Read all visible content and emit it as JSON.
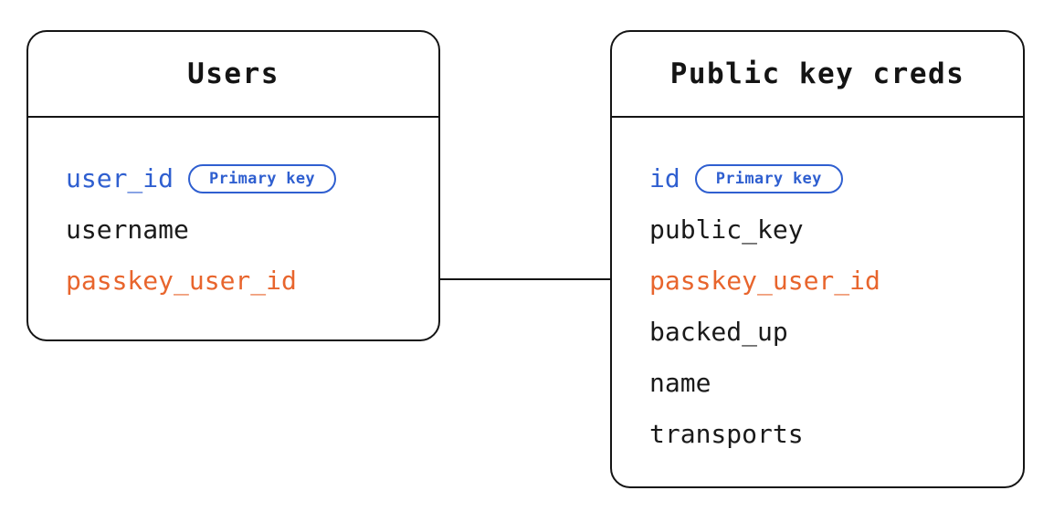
{
  "diagram": {
    "type": "entity-relationship-diagram",
    "background_color": "#ffffff",
    "colors": {
      "outline": "#141414",
      "text": "#1a1a1a",
      "primary_key": "#2f5fd0",
      "foreign_key": "#e8652d"
    }
  },
  "entities": [
    {
      "id": "users",
      "title": "Users",
      "fields": [
        {
          "name": "user_id",
          "color": "accent-blue",
          "badge": "Primary key"
        },
        {
          "name": "username",
          "color": "",
          "badge": null
        },
        {
          "name": "passkey_user_id",
          "color": "accent-orange",
          "badge": null
        }
      ]
    },
    {
      "id": "public-key-creds",
      "title": "Public key creds",
      "fields": [
        {
          "name": "id",
          "color": "accent-blue",
          "badge": "Primary key"
        },
        {
          "name": "public_key",
          "color": "",
          "badge": null
        },
        {
          "name": "passkey_user_id",
          "color": "accent-orange",
          "badge": null
        },
        {
          "name": "backed_up",
          "color": "",
          "badge": null
        },
        {
          "name": "name",
          "color": "",
          "badge": null
        },
        {
          "name": "transports",
          "color": "",
          "badge": null
        }
      ]
    }
  ],
  "relationship": {
    "from": "users.passkey_user_id",
    "to": "public-key-creds.passkey_user_id",
    "style": "solid-line"
  }
}
